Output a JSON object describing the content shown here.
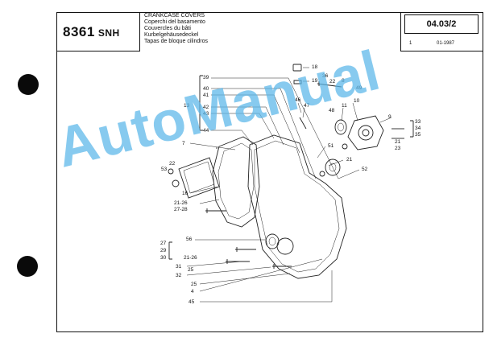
{
  "header": {
    "model_number": "8361",
    "model_suffix": "SNH",
    "titles": [
      "CRANKCASE COVERS",
      "Coperchi del basamento",
      "Couvercles du bâti",
      "Kurbelgehäusedeckel",
      "Tapas de bloque cilindros"
    ],
    "code": "04.03/2",
    "sheet": "1",
    "date": "01-1987"
  },
  "watermark": "AutoManual",
  "callouts": {
    "c18": "18",
    "c19": "19",
    "c36": "36",
    "c22a": "22",
    "c8": "8",
    "c49": "49",
    "c46": "46",
    "c47": "47",
    "c48": "48",
    "c11": "11",
    "c10": "10",
    "c9": "9",
    "c33": "33",
    "c34": "34",
    "c35": "35",
    "c21a": "21",
    "c23": "23",
    "c39": "39",
    "c40": "40",
    "c41": "41",
    "c13": "13",
    "c42": "42",
    "c43": "43",
    "c44": "44",
    "c7": "7",
    "c51": "51",
    "c21b": "21",
    "c52": "52",
    "c53": "53",
    "c22b": "22",
    "c16": "16",
    "c2126a": "21-26",
    "c2728": "27-28",
    "c56": "56",
    "c27": "27",
    "c29": "29",
    "c30": "30",
    "c2126b": "21-26",
    "c31": "31",
    "c25a": "25",
    "c32": "32",
    "c25b": "25",
    "c4": "4",
    "c45": "45"
  }
}
